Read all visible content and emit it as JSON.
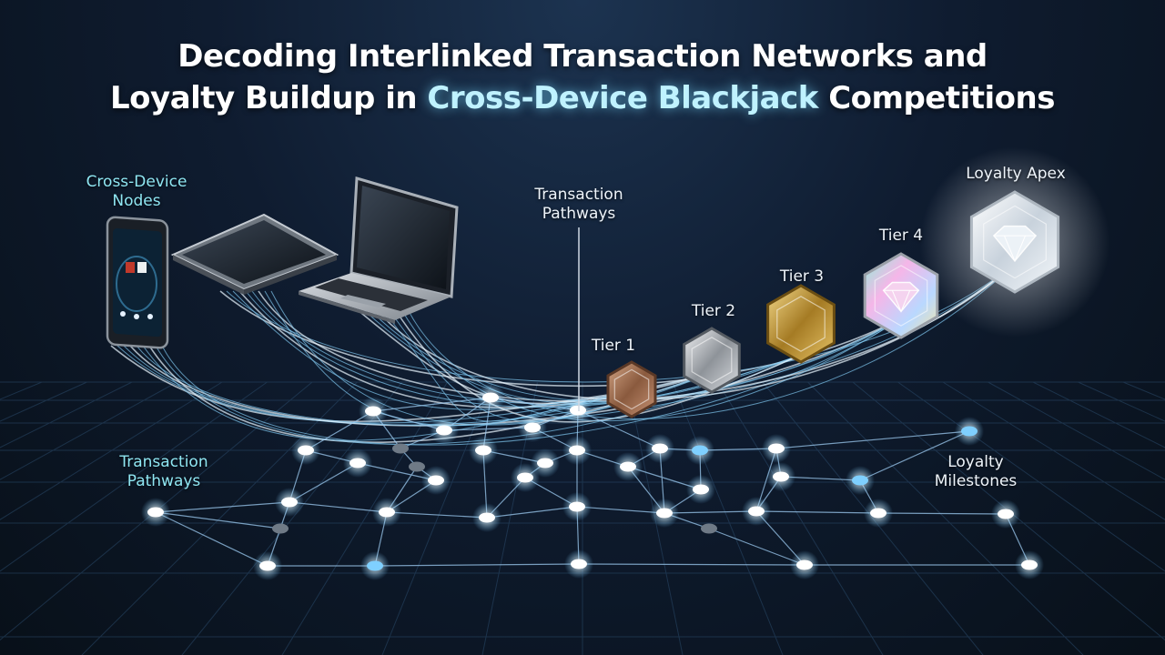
{
  "title": {
    "line1": "Decoding Interlinked Transaction Networks and",
    "line2_before": "Loyalty Buildup in ",
    "line2_highlight": "Cross-Device Blackjack",
    "line2_after": " Competitions"
  },
  "labels": {
    "cross_device_nodes": [
      "Cross-Device",
      "Nodes"
    ],
    "transaction_pathways_top": [
      "Transaction",
      "Pathways"
    ],
    "transaction_pathways_left": [
      "Transaction",
      "Pathways"
    ],
    "loyalty_milestones": [
      "Loyalty",
      "Milestones"
    ],
    "loyalty_apex": "Loyalty Apex"
  },
  "tiers": [
    {
      "label": "Tier 1",
      "material": "bronze"
    },
    {
      "label": "Tier 2",
      "material": "silver"
    },
    {
      "label": "Tier 3",
      "material": "gold"
    },
    {
      "label": "Tier 4",
      "material": "iridescent"
    },
    {
      "label": "Loyalty Apex",
      "material": "diamond"
    }
  ],
  "devices": [
    {
      "type": "smartphone",
      "icon": "smartphone-icon"
    },
    {
      "type": "tablet",
      "icon": "tablet-icon"
    },
    {
      "type": "laptop",
      "icon": "laptop-icon"
    }
  ],
  "colors": {
    "accent": "#8fe6f2",
    "background": "#0f1c30",
    "bronze": "#9a6a4e",
    "silver": "#b8bcc2",
    "gold": "#c9a13a",
    "highlight": "#bff2ff"
  }
}
